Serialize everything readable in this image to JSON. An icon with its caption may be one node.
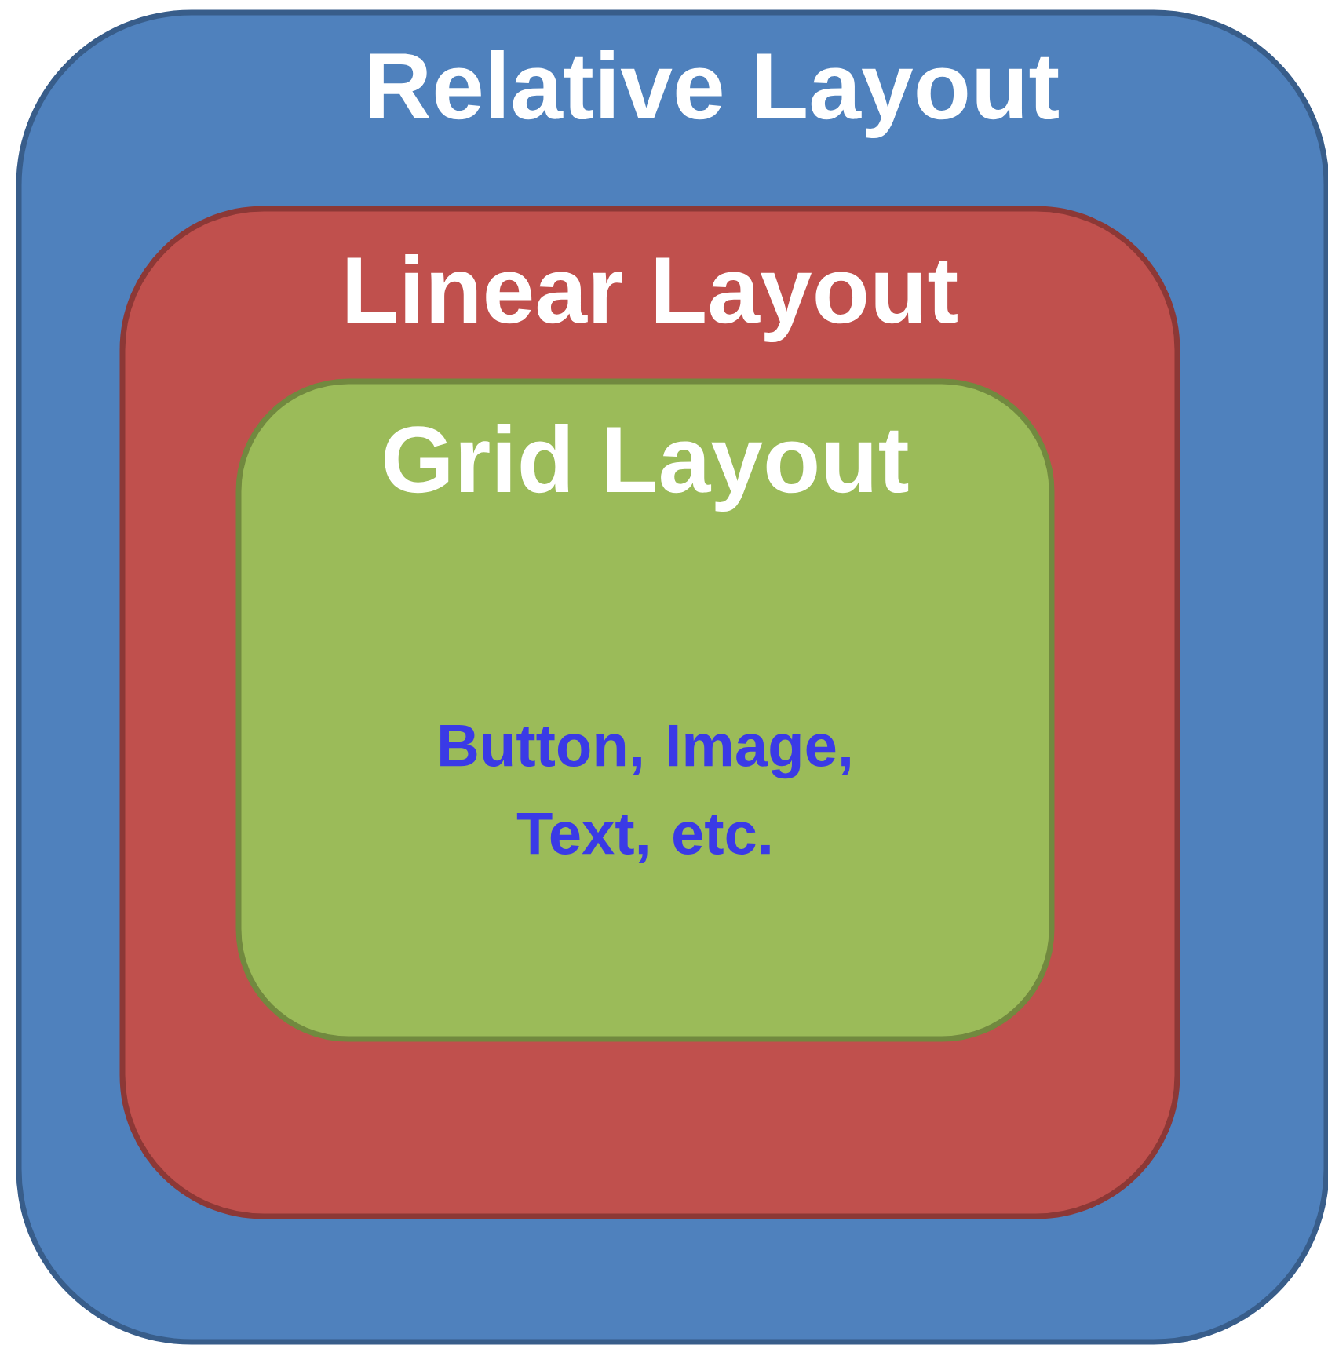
{
  "diagram": {
    "nodes": [
      {
        "text": [
          "Relative Layout"
        ]
      },
      {
        "text": [
          "Linear Layout"
        ],
        "in": 0
      },
      {
        "text": [
          "Grid Layout",
          "Button, Image, Text, etc."
        ],
        "in": 1
      }
    ]
  }
}
